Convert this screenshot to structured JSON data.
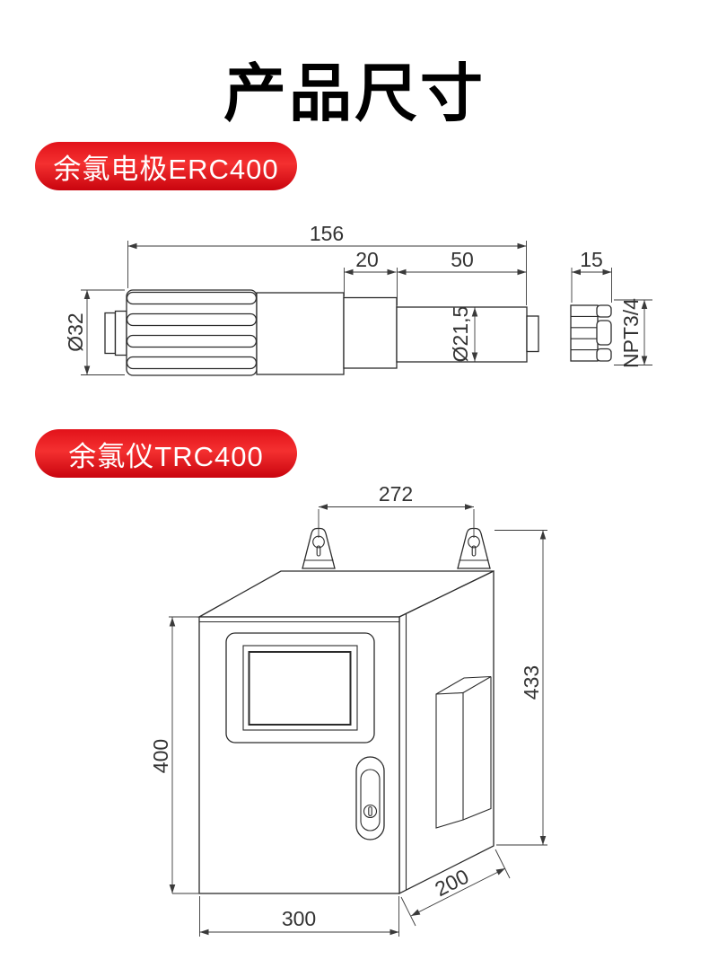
{
  "page": {
    "title": "产品尺寸"
  },
  "colors": {
    "banner_red_top": "#e2121a",
    "banner_red_mid": "#f43030",
    "banner_red_bottom": "#c9040e",
    "drawing_line": "#2b2b2b",
    "dimension_text": "#333333"
  },
  "banners": {
    "electrode": "余氯电极ERC400",
    "meter": "余氯仪TRC400"
  },
  "electrode_dims": {
    "overall_length": "156",
    "mid_length": "20",
    "front_length": "50",
    "thread_length": "15",
    "body_diameter": "Ø32",
    "probe_diameter": "Ø21,5",
    "thread_spec": "NPT3/4"
  },
  "cabinet_dims": {
    "mounting_hole_span": "272",
    "overall_height": "433",
    "body_height": "400",
    "body_width": "300",
    "body_depth": "200"
  }
}
